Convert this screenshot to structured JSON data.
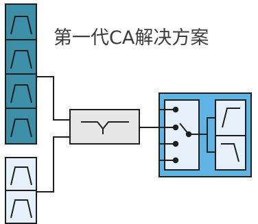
{
  "title": "第一代CA解决方案",
  "colors": {
    "filter_bank_dark": "#3d8fa8",
    "filter_bank_light": "#e6f0fa",
    "diplexer": "#e6e6e6",
    "switch_module": "#5fb4e6",
    "switch_panel": "#e6f0fa",
    "stroke": "#1e1e1e"
  },
  "diagram": {
    "filter_bank_top": {
      "count": 4,
      "icon": "bandpass-filter-icon"
    },
    "filter_bank_bottom": {
      "count": 2,
      "icon": "bandpass-filter-icon"
    },
    "diplexer": {
      "icon": "diplexer-icon"
    },
    "switch_module": {
      "switch_icon": "sp4t-switch-icon",
      "throws": 4,
      "filters": [
        "highpass-filter-icon",
        "lowpass-filter-icon"
      ]
    }
  }
}
